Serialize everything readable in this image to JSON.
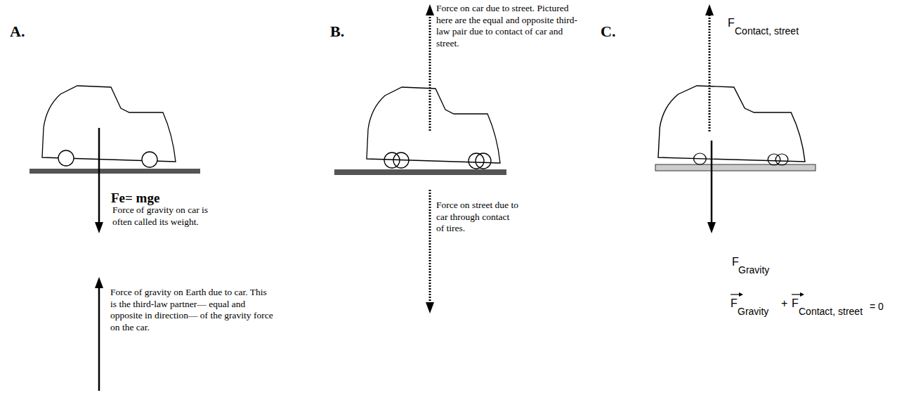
{
  "diagram": {
    "labels": [
      "A.",
      "Fe= mge",
      "Force of gravity on car is often called its weight.",
      "Force of gravity on Earth due to car. This is the third-law partner— equal and opposite in direction— of the gravity force on the car.",
      "B.",
      "Force on car due to street. Pictured here are the equal and opposite third-law pair due to contact of car and street.",
      "Force on street due to car through contact of tires.",
      "C.",
      "F",
      "Contact, street",
      "F",
      "Gravity",
      "F",
      "Gravity",
      "+",
      "F",
      "Contact, street",
      "= 0"
    ]
  }
}
